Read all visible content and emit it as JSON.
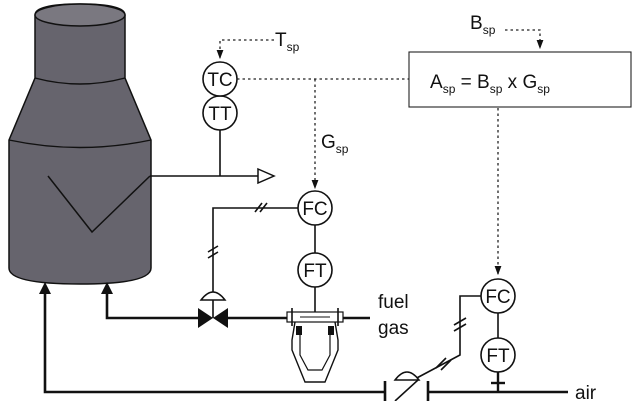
{
  "labels": {
    "t_sp": "T",
    "t_sp_sub": "sp",
    "g_sp": "G",
    "g_sp_sub": "sp",
    "b_sp": "B",
    "b_sp_sub": "sp",
    "fuel": "fuel",
    "gas": "gas",
    "air": "air"
  },
  "equation": {
    "lhs": "A",
    "lhs_sub": "sp",
    "eq": " = ",
    "b": "B",
    "b_sub": "sp",
    "times": " x ",
    "g": "G",
    "g_sub": "sp"
  },
  "instruments": {
    "tc": "TC",
    "tt": "TT",
    "fc_fuel": "FC",
    "ft_fuel": "FT",
    "fc_air": "FC",
    "ft_air": "FT"
  },
  "colors": {
    "furnace_fill": "#66646d",
    "line": "#111111",
    "valve_fill": "#111111"
  }
}
